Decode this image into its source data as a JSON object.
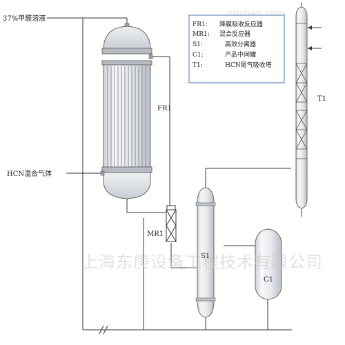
{
  "inputs": {
    "formaldehyde": "37%甲醛溶液",
    "hcn_gas": "HCN混合气体"
  },
  "equipment": {
    "fr1": "FR1",
    "mr1": "MR1",
    "s1": "S1",
    "c1": "C1",
    "t1": "T1"
  },
  "legend": [
    {
      "code": "FR1:",
      "desc": "降膜吸收反应器"
    },
    {
      "code": "MR1:",
      "desc": "混合反应器"
    },
    {
      "code": "S1:",
      "desc": "高效分离器"
    },
    {
      "code": "C1:",
      "desc": "产品中间罐"
    },
    {
      "code": "T1:",
      "desc": "HCN尾气吸收塔"
    }
  ],
  "watermark": "上海东庚设备工程技术有限公司",
  "watermark_top": "zhshan.com",
  "colors": {
    "line": "#333333",
    "legend_border": "#4a74b0",
    "vessel_fill": "#e9eaec",
    "watermark": "#c9c9c9"
  }
}
